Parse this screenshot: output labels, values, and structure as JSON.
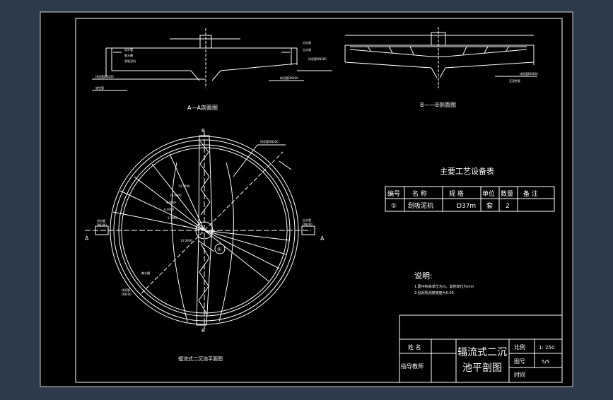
{
  "drawing": {
    "section_aa": {
      "title": "A—A剖面图",
      "labels": [
        "进水管",
        "出水管",
        "排泥管DN300",
        "排泥管DN200",
        "集水槽",
        "刮吸泥机",
        "出水堰",
        "放空管",
        "排泥管DN200"
      ]
    },
    "section_bb": {
      "title": "B——B剖面图",
      "labels": [
        "排泥管DN200",
        "至泥地泵"
      ]
    },
    "plan": {
      "title": "辐流式二沉池平面图",
      "center_marker": "①",
      "axis_a_left": "A",
      "axis_a_right": "A",
      "axis_b_top": "B",
      "axis_b_bottom": "B",
      "inlet_label": "进水管",
      "inlet_dn": "DN300",
      "outlet_label": "出水管",
      "outlet_dn": "DN300",
      "drain_label": "排泥管DN300",
      "drain_label_2": "排泥管",
      "drain_dn_2": "DN200",
      "weir_label": "集水槽",
      "radial_dims": [
        "2.5000",
        "6.0000",
        "8.0000",
        "10.0000",
        "12.0000",
        "14.0000"
      ]
    },
    "equipment_table": {
      "title": "主要工艺设备表",
      "headers": [
        "编号",
        "名 称",
        "规 格",
        "单位",
        "数量",
        "备 注"
      ],
      "rows": [
        [
          "①",
          "刮吸泥机",
          "D37m",
          "套",
          "2",
          ""
        ]
      ]
    },
    "notes": {
      "title": "说明:",
      "lines": [
        "1.图中标高单位为m，其他单位为mm",
        "2.刮泥机池底坡度为0.05"
      ]
    },
    "title_block": {
      "name_label": "姓 名",
      "supervisor_label": "指导教师",
      "drawing_title_line1": "辐流式二沉",
      "drawing_title_line2": "池平剖图",
      "scale_label": "比例",
      "scale_value": "1: 250",
      "sheet_label": "图号",
      "sheet_value": "5/5",
      "date_label": "时间",
      "date_value": ""
    }
  },
  "colors": {
    "background": "#2d3a4a",
    "paper": "#000000",
    "line": "#ffffff",
    "accent": "#ffffff"
  }
}
